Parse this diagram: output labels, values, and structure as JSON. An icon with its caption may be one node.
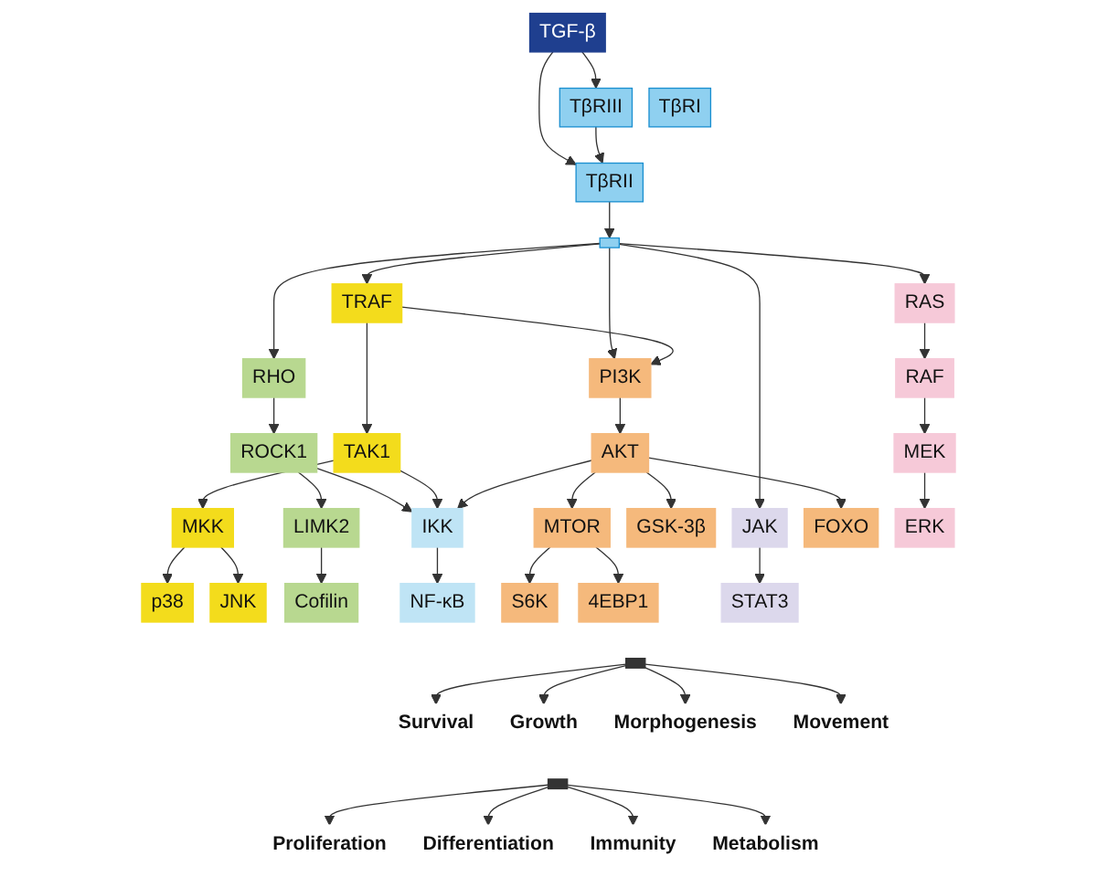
{
  "diagram": {
    "nodes": [
      {
        "text": [
          "TGF-β"
        ]
      },
      {
        "text": [
          "TβRIII"
        ]
      },
      {
        "text": [
          "TβRI"
        ]
      },
      {
        "text": [
          "TβRII"
        ]
      },
      {
        "text": [],
        "shape": "box"
      },
      {
        "text": [
          "RAS"
        ]
      },
      {
        "text": [
          "RHO"
        ]
      },
      {
        "text": [
          "p38"
        ]
      },
      {
        "text": [
          "TRAF"
        ]
      },
      {
        "text": [
          "PI3K"
        ]
      },
      {
        "text": [
          "JAK"
        ]
      },
      {
        "text": [
          "RAF"
        ]
      },
      {
        "text": [
          "ROCK1"
        ]
      },
      {
        "text": [
          "JNK"
        ]
      },
      {
        "text": [
          "MKK"
        ]
      },
      {
        "text": [
          "TAK1"
        ]
      },
      {
        "text": [
          "AKT"
        ]
      },
      {
        "text": [
          "MEK"
        ]
      },
      {
        "text": [
          "LIMK2"
        ]
      },
      {
        "text": [
          "IKK"
        ]
      },
      {
        "text": [
          "GSK-3β"
        ]
      },
      {
        "text": [
          "MTOR"
        ]
      },
      {
        "text": [
          "FOXO"
        ]
      },
      {
        "text": [
          "ERK"
        ]
      },
      {
        "text": [
          "Cofilin"
        ]
      },
      {
        "text": [
          "NF-κB"
        ]
      },
      {
        "text": [
          "S6K"
        ]
      },
      {
        "text": [
          "4EBP1"
        ]
      },
      {
        "text": [
          "STAT3"
        ]
      },
      {
        "text": [
          "Survival"
        ]
      },
      {
        "text": [
          "Growth"
        ]
      },
      {
        "text": [
          "Morphogenesis"
        ]
      },
      {
        "text": [
          "Movement"
        ]
      },
      {
        "text": [
          "Proliferation"
        ]
      },
      {
        "text": [
          "Differentiation"
        ]
      },
      {
        "text": [
          "Immunity"
        ]
      },
      {
        "text": [
          "Metabolism"
        ]
      },
      {
        "text": [],
        "shape": "bar"
      },
      {
        "text": [],
        "shape": "bar"
      }
    ],
    "edges": [
      {
        "from": 0,
        "to": 1,
        "arrow": "to"
      },
      {
        "from": 0,
        "to": 3,
        "arrow": "to"
      },
      {
        "from": 1,
        "to": 3,
        "arrow": "to"
      },
      {
        "from": 3,
        "to": 4,
        "arrow": "to"
      },
      {
        "from": 4,
        "to": 5,
        "arrow": "to"
      },
      {
        "from": 4,
        "to": 6,
        "arrow": "to"
      },
      {
        "from": 4,
        "to": 8,
        "arrow": "to"
      },
      {
        "from": 4,
        "to": 9,
        "arrow": "to"
      },
      {
        "from": 4,
        "to": 10,
        "arrow": "to"
      },
      {
        "from": 5,
        "to": 11,
        "arrow": "to"
      },
      {
        "from": 6,
        "to": 12,
        "arrow": "to"
      },
      {
        "from": 8,
        "to": 9,
        "arrow": "to"
      },
      {
        "from": 8,
        "to": 15,
        "arrow": "to"
      },
      {
        "from": 9,
        "to": 16,
        "arrow": "to"
      },
      {
        "from": 10,
        "to": 28,
        "arrow": "to"
      },
      {
        "from": 15,
        "to": 14,
        "arrow": "to"
      },
      {
        "from": 14,
        "to": 13,
        "arrow": "to"
      },
      {
        "from": 14,
        "to": 7,
        "arrow": "to"
      },
      {
        "from": 11,
        "to": 17,
        "arrow": "to"
      },
      {
        "from": 12,
        "to": 18,
        "arrow": "to"
      },
      {
        "from": 12,
        "to": 19,
        "arrow": "to"
      },
      {
        "from": 15,
        "to": 19,
        "arrow": "to"
      },
      {
        "from": 16,
        "to": 19,
        "arrow": "to"
      },
      {
        "from": 16,
        "to": 20,
        "arrow": "to"
      },
      {
        "from": 16,
        "to": 21,
        "arrow": "to"
      },
      {
        "from": 16,
        "to": 22,
        "arrow": "to"
      },
      {
        "from": 17,
        "to": 23,
        "arrow": "to"
      },
      {
        "from": 18,
        "to": 24,
        "arrow": "to"
      },
      {
        "from": 19,
        "to": 25,
        "arrow": "to"
      },
      {
        "from": 21,
        "to": 26,
        "arrow": "to"
      },
      {
        "from": 21,
        "to": 27,
        "arrow": "to"
      },
      {
        "from": 37,
        "to": 29,
        "arrow": "to"
      },
      {
        "from": 37,
        "to": 30,
        "arrow": "to"
      },
      {
        "from": 37,
        "to": 31,
        "arrow": "to"
      },
      {
        "from": 37,
        "to": 32,
        "arrow": "to"
      },
      {
        "from": 38,
        "to": 33,
        "arrow": "to"
      },
      {
        "from": 38,
        "to": 34,
        "arrow": "to"
      },
      {
        "from": 38,
        "to": 35,
        "arrow": "to"
      },
      {
        "from": 38,
        "to": 36,
        "arrow": "to"
      }
    ]
  }
}
